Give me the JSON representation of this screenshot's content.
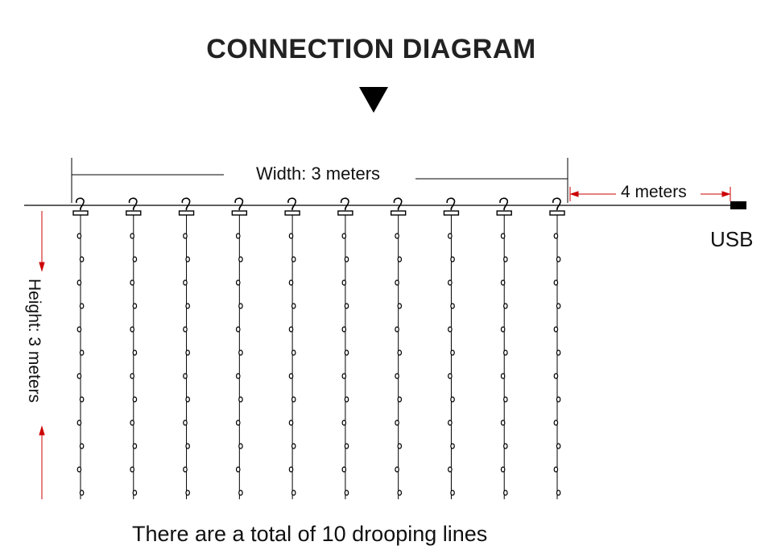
{
  "title": "CONNECTION DIAGRAM",
  "labels": {
    "width": "Width: 3 meters",
    "lead": "4 meters",
    "usb": "USB",
    "height": "Height: 3 meters"
  },
  "footer": "There are a total of 10 drooping lines",
  "diagram": {
    "drooping_lines": 10,
    "bulbs_per_line": 12
  },
  "colors": {
    "dimension_arrow": "#cc0000",
    "line": "#000000"
  }
}
